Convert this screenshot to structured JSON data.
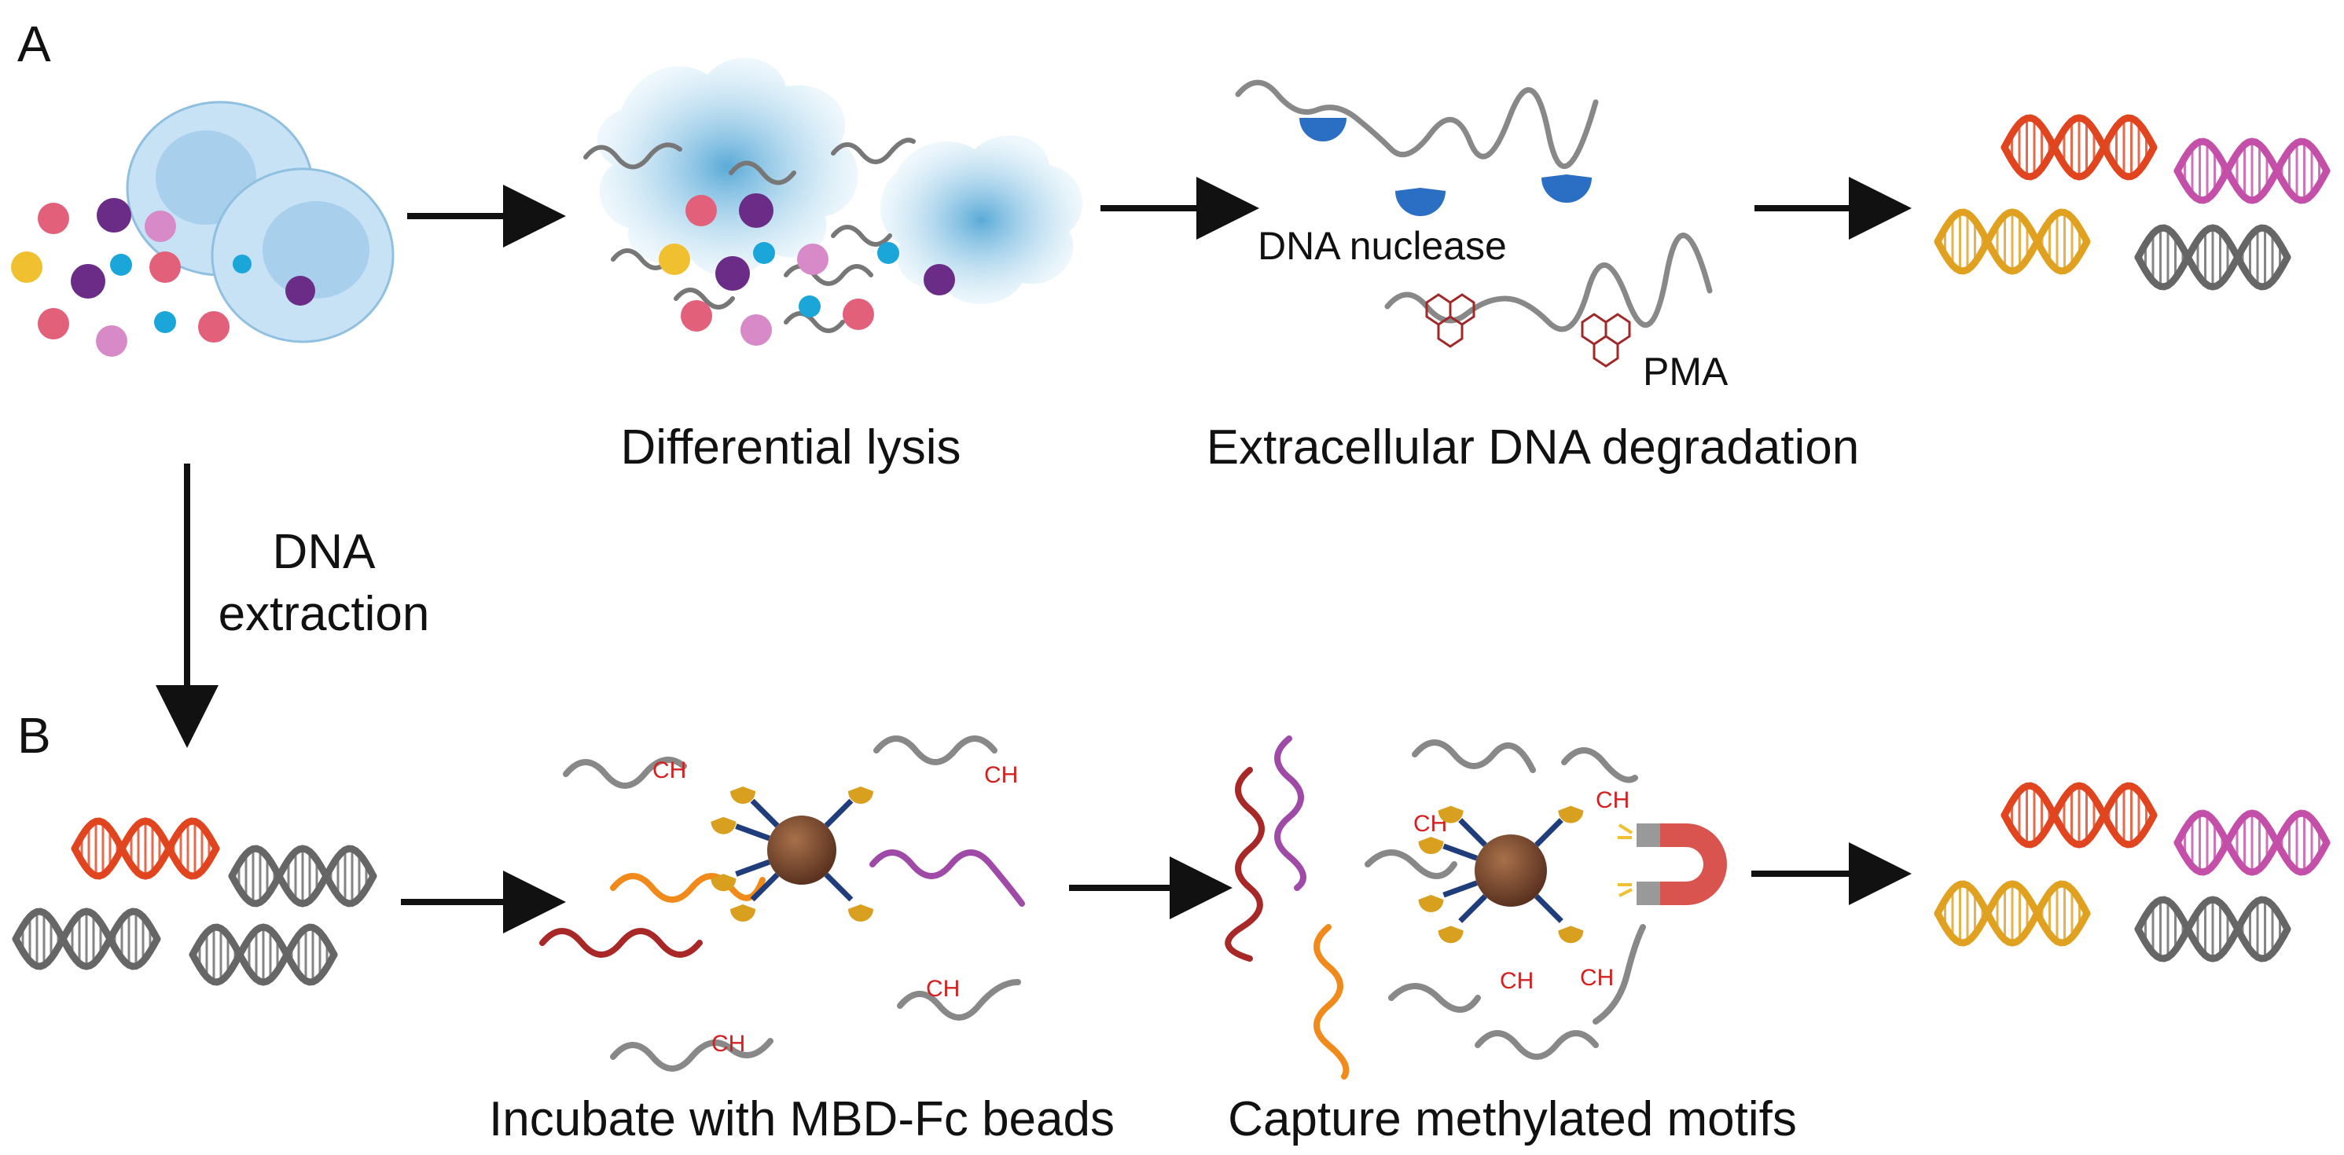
{
  "panels": {
    "a": "A",
    "b": "B"
  },
  "labels": {
    "differential_lysis": "Differential lysis",
    "extracellular_dna_degradation": "Extracellular DNA degradation",
    "dna_nuclease": "DNA nuclease",
    "pma": "PMA",
    "dna_extraction_line1": "DNA",
    "dna_extraction_line2": "extraction",
    "incubate": "Incubate with MBD-Fc beads",
    "capture": "Capture methylated motifs",
    "methyl_mark": "CH"
  },
  "colors": {
    "cell": "#bcdcf2",
    "cell_inner": "#a2cbe9",
    "lysed_cell": "#8ec5e8",
    "pink_dot": "#e3607a",
    "purple_dot": "#6a2c86",
    "yellow_dot": "#f0c030",
    "cyan_dot": "#1aa6d8",
    "lilac_dot": "#d88ac8",
    "nuclease": "#2a6fc4",
    "pma": "#a02828",
    "bead": "#7a4a30",
    "antibody": "#1f3d7a",
    "mbd": "#d9a020",
    "magnet": "#d9534f",
    "arrow": "#111111",
    "dna_red": "#e0451f",
    "dna_magenta": "#c44fa8",
    "dna_orange": "#e0a020",
    "dna_grey": "#666666"
  }
}
